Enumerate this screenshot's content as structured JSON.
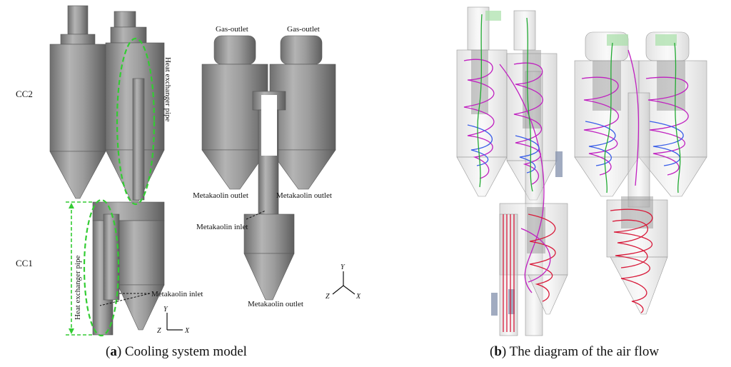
{
  "panel_a": {
    "caption_letter": "a",
    "caption_text": "Cooling system model",
    "labels": {
      "cc2": "CC2",
      "cc1": "CC1",
      "heat_exchanger_top": "Heat exchanger pipe",
      "heat_exchanger_bottom": "Heat exchanger pipe",
      "metakaolin_inlet_left": "Metakaolin inlet",
      "gas_outlet_left": "Gas-outlet",
      "gas_outlet_right": "Gas-outlet",
      "metakaolin_outlet_left": "Metakaolin outlet",
      "metakaolin_outlet_right": "Metakaolin outlet",
      "metakaolin_inlet_right": "Metakaolin inlet",
      "metakaolin_outlet_bottom": "Metakaolin outlet"
    },
    "axes_left": {
      "y": "Y",
      "z": "Z",
      "x": "X"
    },
    "axes_right": {
      "y": "Y",
      "z": "Z",
      "x": "X"
    }
  },
  "panel_b": {
    "caption_letter": "b",
    "caption_text": "The diagram of the air flow"
  },
  "colors": {
    "model_gray": "#8a8a8a",
    "dash_green": "#33cc33",
    "flow_magenta": "#c020c0",
    "flow_red": "#d81a3a",
    "flow_blue": "#3a5ee8",
    "flow_green": "#22aa33"
  }
}
